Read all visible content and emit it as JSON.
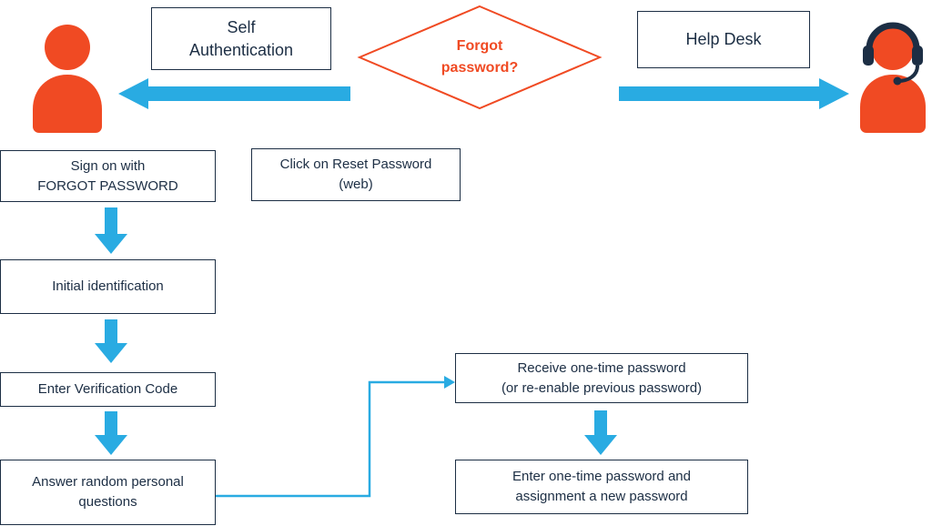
{
  "colors": {
    "orange": "#F04A23",
    "blue": "#29ABE2",
    "navy": "#1C2E44"
  },
  "headers": {
    "self_auth": {
      "lines": [
        "Self",
        "Authentication"
      ]
    },
    "decision": {
      "lines": [
        "Forgot",
        "password?"
      ]
    },
    "help_desk": {
      "lines": [
        "Help Desk"
      ]
    }
  },
  "boxes": {
    "sign_on": {
      "lines": [
        "Sign on with",
        "FORGOT PASSWORD"
      ]
    },
    "click_reset": {
      "lines": [
        "Click on Reset Password",
        "(web)"
      ]
    },
    "initial_id": {
      "lines": [
        "Initial identification"
      ]
    },
    "verification": {
      "lines": [
        "Enter Verification Code"
      ]
    },
    "questions": {
      "lines": [
        "Answer random personal",
        "questions"
      ]
    },
    "receive_otp": {
      "lines": [
        "Receive one-time password",
        "(or re-enable previous password)"
      ]
    },
    "enter_otp": {
      "lines": [
        "Enter one-time password and",
        "assignment a new password"
      ]
    }
  },
  "icons": {
    "left": "user-icon",
    "right": "support-agent-icon"
  }
}
